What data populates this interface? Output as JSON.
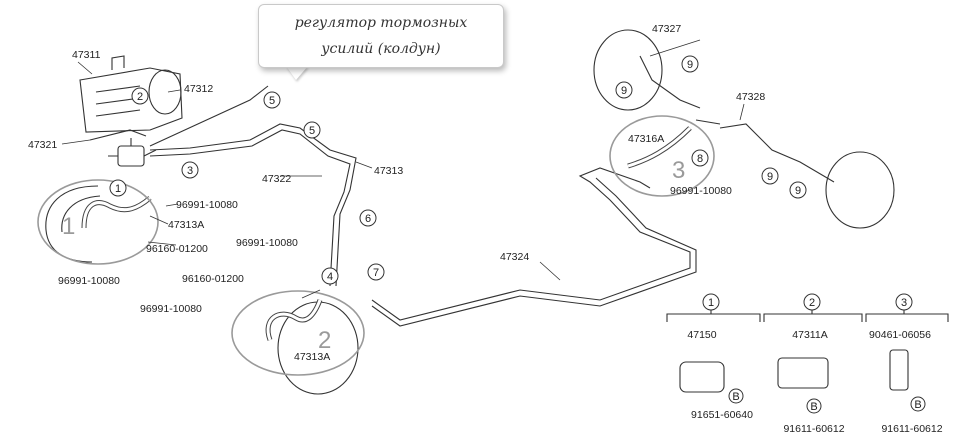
{
  "callout": {
    "line1": "регулятор тормозных",
    "line2": "усилий (колдун)"
  },
  "parts": {
    "p47311": "47311",
    "p47312": "47312",
    "p47321": "47321",
    "p47313A_left": "47313A",
    "p47313A_rear": "47313A",
    "p47322": "47322",
    "p47313": "47313",
    "p47324": "47324",
    "p47327": "47327",
    "p47328": "47328",
    "p47316A": "47316A",
    "c96991_a": "96991-10080",
    "c96160_a": "96160-01200",
    "c96991_b": "96991-10080",
    "c96991_c": "96991-10080",
    "c96160_b": "96160-01200",
    "c96991_d": "96991-10080",
    "c96991_e": "96991-10080"
  },
  "callout_numbers": {
    "n1": "1",
    "n2": "2",
    "n3": "3",
    "n4": "4",
    "n5a": "5",
    "n5b": "5",
    "n6": "6",
    "n7": "7",
    "n8": "8",
    "n9a": "9",
    "n9b": "9",
    "n9c": "9",
    "n9d": "9"
  },
  "regions": {
    "r1": "1",
    "r2": "2",
    "r3": "3"
  },
  "details": [
    {
      "index": "1",
      "part": "47150",
      "bolt_letter": "B",
      "bolt": "91651-60640"
    },
    {
      "index": "2",
      "part": "47311A",
      "bolt_letter": "B",
      "bolt": "91611-60612"
    },
    {
      "index": "3",
      "part": "90461-06056",
      "bolt_letter": "B",
      "bolt": "91611-60612"
    }
  ]
}
